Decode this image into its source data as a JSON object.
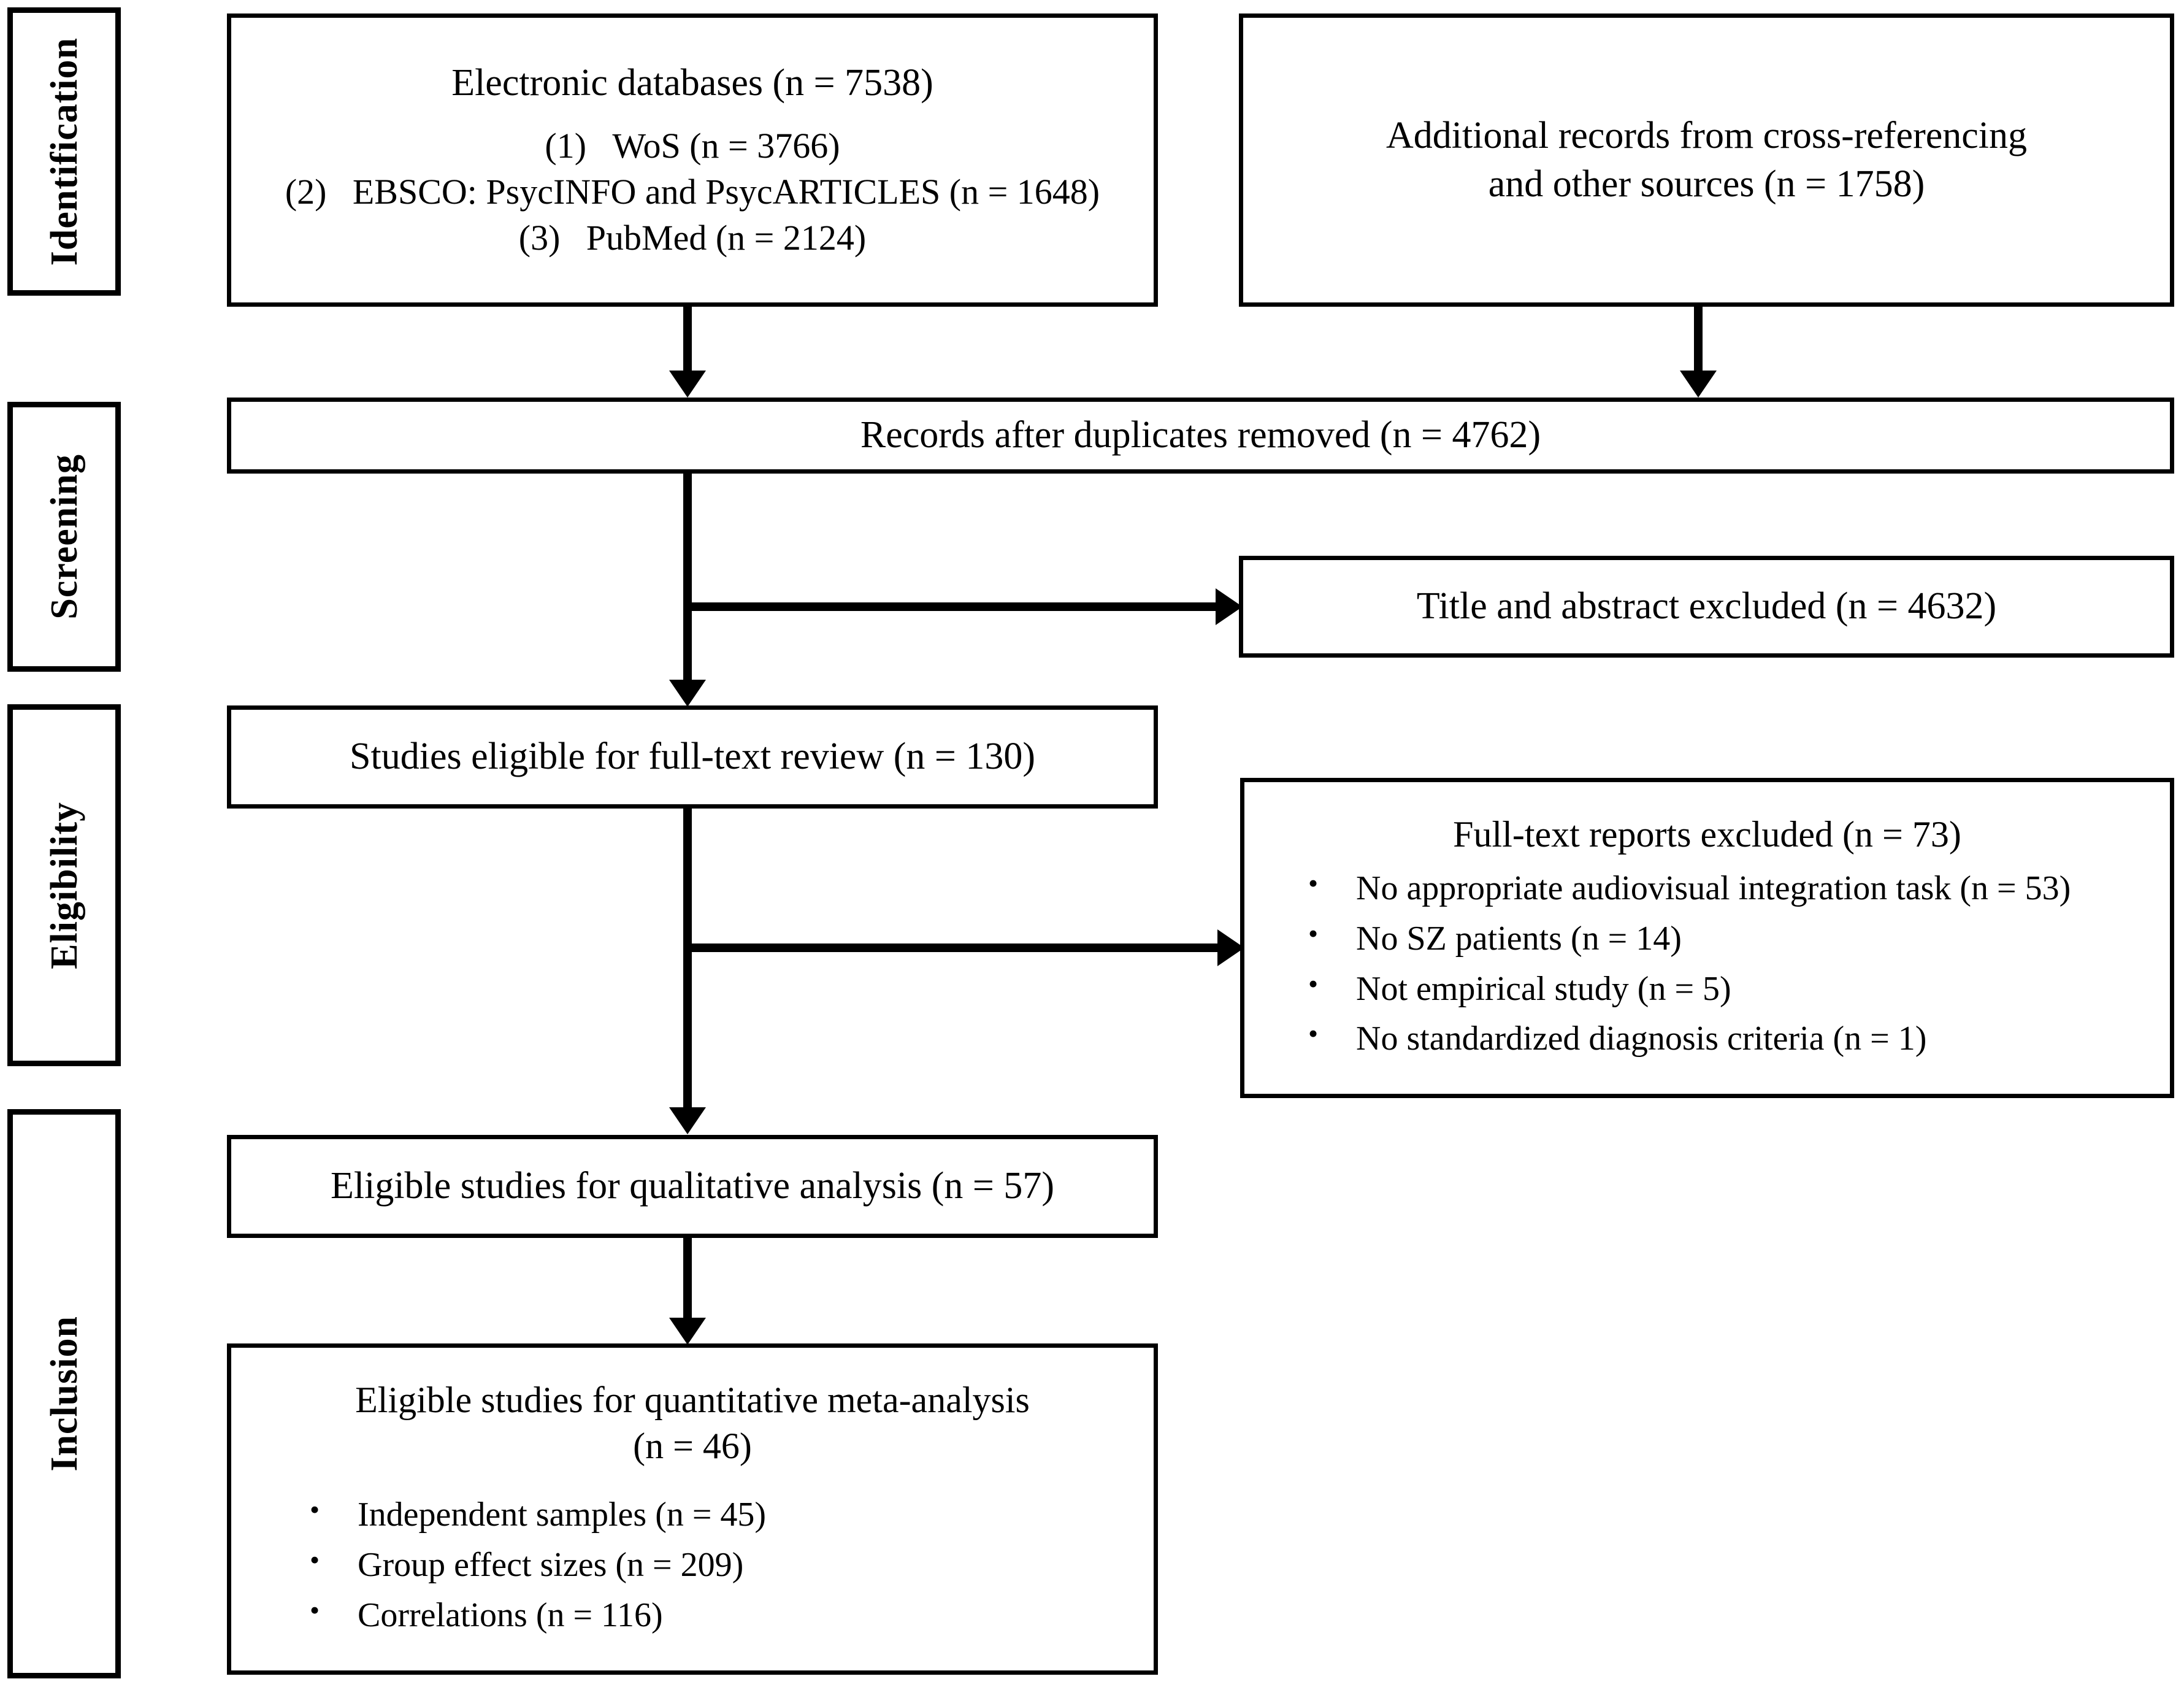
{
  "diagram": {
    "type": "PRISMA flow diagram",
    "stages": [
      {
        "id": "identification",
        "label": "Identification"
      },
      {
        "id": "screening",
        "label": "Screening"
      },
      {
        "id": "eligibility",
        "label": "Eligibility"
      },
      {
        "id": "inclusion",
        "label": "Inclusion"
      }
    ],
    "boxes": {
      "electronic_databases": {
        "title": "Electronic databases (n = 7538)",
        "sources": [
          {
            "index": "(1)",
            "text": "WoS (n = 3766)"
          },
          {
            "index": "(2)",
            "text": "EBSCO: PsycINFO and PsycARTICLES (n = 1648)"
          },
          {
            "index": "(3)",
            "text": "PubMed (n = 2124)"
          }
        ]
      },
      "additional_records": {
        "line1": "Additional records from cross-referencing",
        "line2": "and other sources (n = 1758)"
      },
      "duplicates_removed": {
        "title": "Records after duplicates removed (n = 4762)"
      },
      "title_abstract_excluded": {
        "title": "Title and abstract excluded (n = 4632)"
      },
      "full_text_eligible": {
        "title": "Studies eligible for full-text review (n = 130)"
      },
      "full_text_excluded": {
        "title": "Full-text reports excluded (n = 73)",
        "reasons": [
          "No appropriate audiovisual integration task (n = 53)",
          "No SZ patients (n = 14)",
          "Not empirical study (n = 5)",
          "No standardized diagnosis criteria (n = 1)"
        ]
      },
      "qualitative_analysis": {
        "title": "Eligible studies for qualitative analysis (n = 57)"
      },
      "quantitative_meta_analysis": {
        "title_line1": "Eligible studies for quantitative meta-analysis",
        "title_line2": "(n = 46)",
        "details": [
          "Independent samples (n = 45)",
          "Group effect sizes (n = 209)",
          "Correlations (n = 116)"
        ]
      }
    },
    "colors": {
      "stroke": "#000000",
      "background": "#ffffff",
      "text": "#000000"
    }
  }
}
